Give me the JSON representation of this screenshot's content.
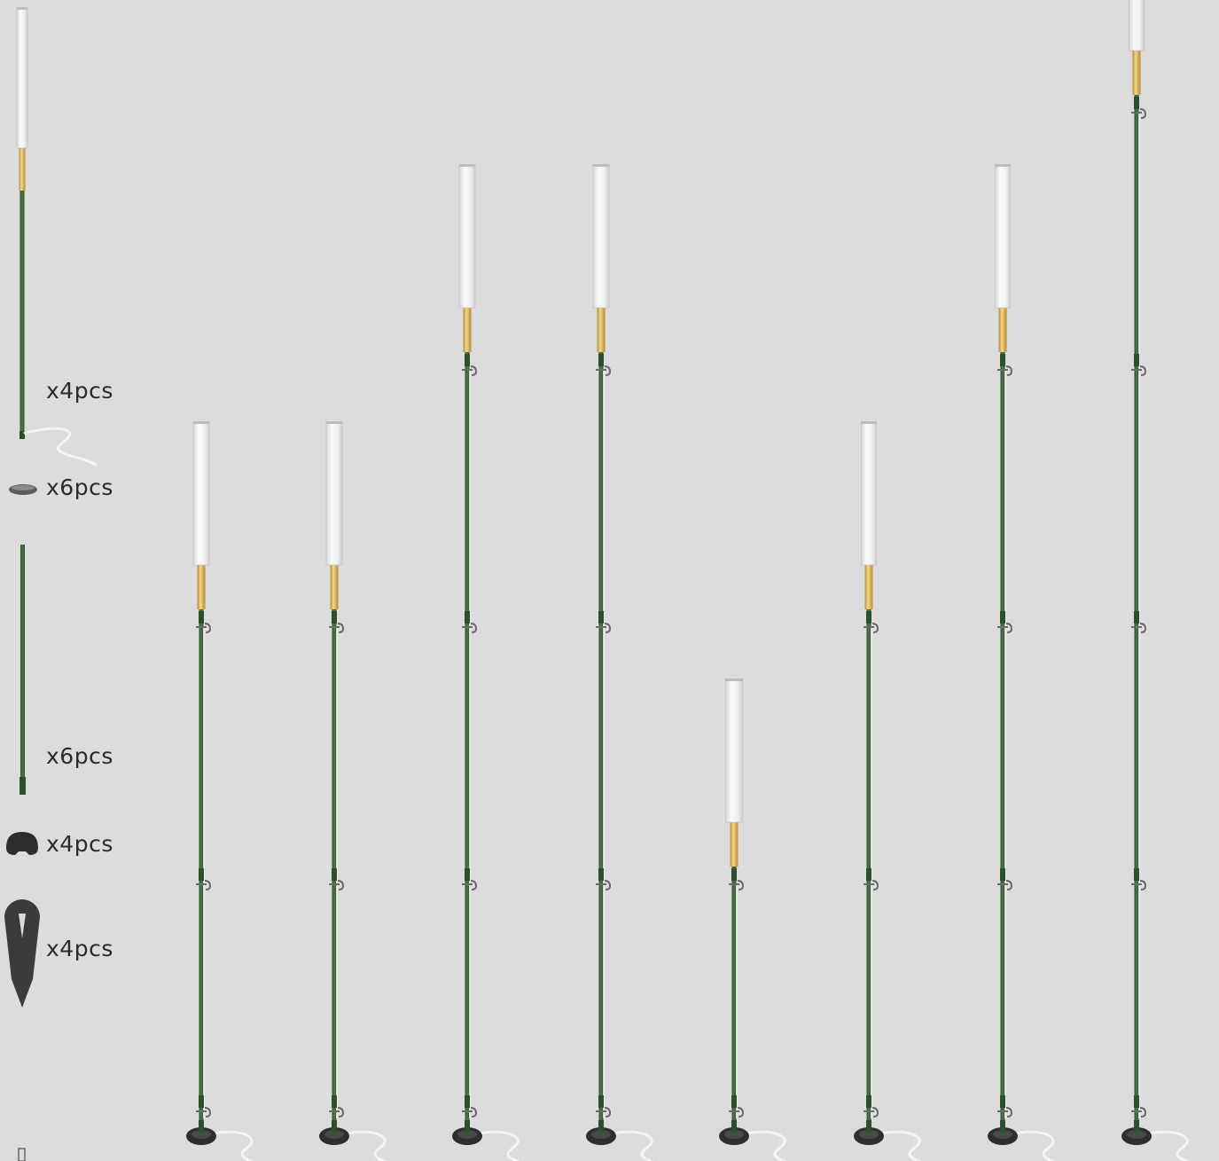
{
  "parts": [
    {
      "id": "lamp-pole-with-cable",
      "quantity_label": "x4pcs"
    },
    {
      "id": "connector-ring",
      "quantity_label": "x6pcs"
    },
    {
      "id": "extension-pole",
      "quantity_label": "x6pcs"
    },
    {
      "id": "base-clip",
      "quantity_label": "x4pcs"
    },
    {
      "id": "ground-stake",
      "quantity_label": "x4pcs"
    }
  ],
  "assembled_lights": [
    {
      "tube_segments": 3
    },
    {
      "tube_segments": 3
    },
    {
      "tube_segments": 4
    },
    {
      "tube_segments": 4
    },
    {
      "tube_segments": 2
    },
    {
      "tube_segments": 3
    },
    {
      "tube_segments": 4
    },
    {
      "tube_segments": 5
    }
  ],
  "colors": {
    "background": "#dcdcdc",
    "pole_green": "#3d6a3c",
    "pole_green_dark": "#2c4f2c",
    "diffuser_white": "#f2f2f2",
    "brass": "#d9b25a",
    "base_black": "#2d2f2d",
    "label_text": "#2a2a2a"
  }
}
